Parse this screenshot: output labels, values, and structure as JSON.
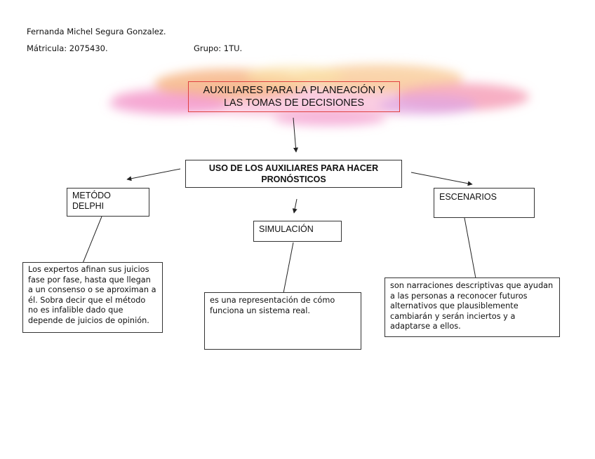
{
  "header": {
    "author": "Fernanda Michel Segura Gonzalez.",
    "matricula": "Mátricula: 2075430.",
    "grupo": "Grupo: 1TU."
  },
  "diagram": {
    "title": "AUXILIARES PARA LA PLANEACIÓN Y LAS TOMAS DE DECISIONES",
    "main": "USO DE LOS AUXILIARES PARA HACER PRONÓSTICOS",
    "branches": {
      "delphi": {
        "label": "METÓDO DELPHI",
        "description": "Los expertos afinan sus juicios fase por fase, hasta que llegan a un consenso o se aproximan a él. Sobra decir que el método no es infalible dado que depende de juicios de opinión."
      },
      "simulacion": {
        "label": "SIMULACIÓN",
        "description": "es una representación de cómo funciona un sistema real."
      },
      "escenarios": {
        "label": "ESCENARIOS",
        "description": "son narraciones descriptivas que ayudan a las personas a reconocer futuros alternativos que plausiblemente cambiarán y serán inciertos y a adaptarse a ellos."
      }
    }
  },
  "colors": {
    "title_border": "#e04040",
    "splash_pink": "#f28cc8",
    "splash_orange": "#f7b98a",
    "splash_violet": "#d9a3e8"
  }
}
